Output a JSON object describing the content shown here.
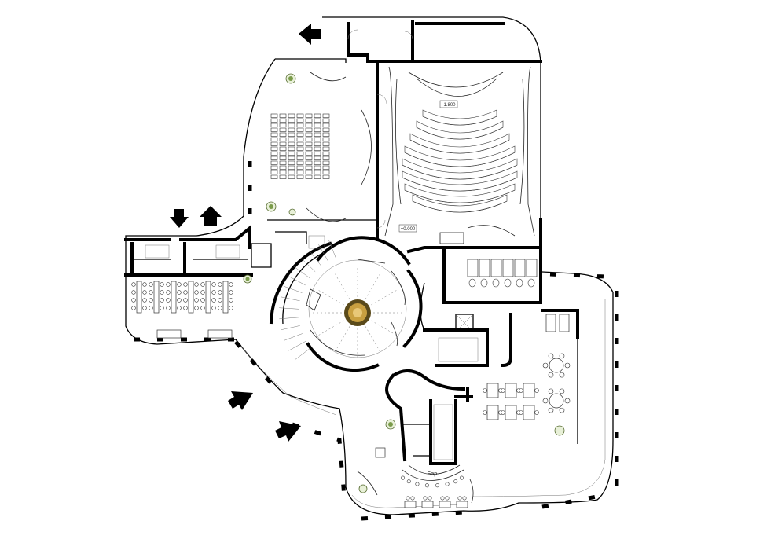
{
  "plan": {
    "auditorium_level_label": "-1.800",
    "entry_level_label": "+0.000",
    "bar_label": "Бар",
    "colors": {
      "wall": "#000000",
      "line": "#222222",
      "feature_outer": "#5a4a1a",
      "feature_inner": "#c9a040",
      "plant": "#7a9b4a"
    },
    "icons": [
      "entrance-arrow-icon",
      "exit-arrow-icon",
      "plant-icon",
      "stair-icon"
    ]
  }
}
